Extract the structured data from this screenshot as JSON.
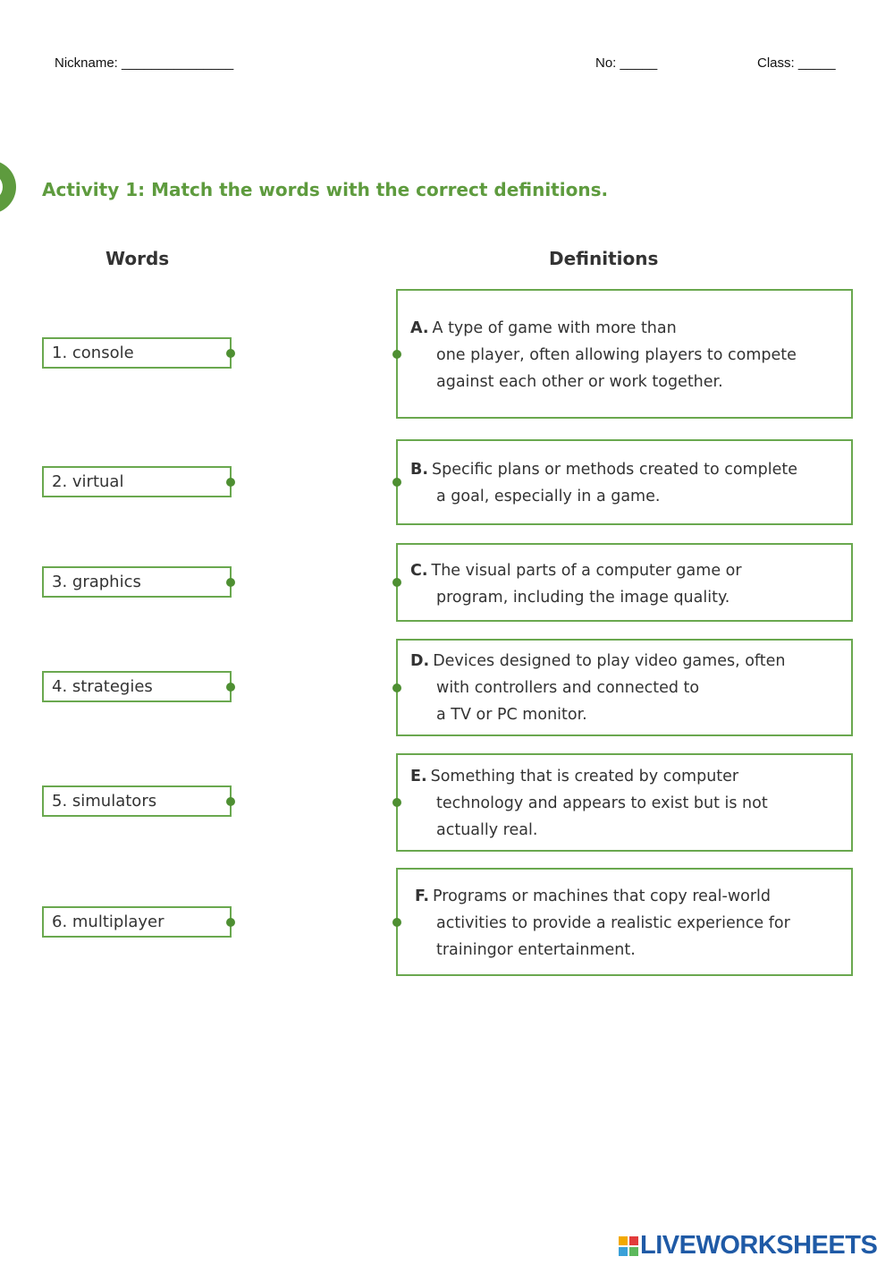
{
  "header": {
    "nickname": "Nickname: _______________",
    "no": "No: _____",
    "class": "Class: _____"
  },
  "activity": {
    "title": "Activity 1: Match the words with the correct definitions.",
    "words_heading": "Words",
    "definitions_heading": "Definitions"
  },
  "words": [
    "1. console",
    "2. virtual",
    "3. graphics",
    "4. strategies",
    "5. simulators",
    "6. multiplayer"
  ],
  "definitions": [
    {
      "letter": "A.",
      "lines": [
        "A type of game with more than",
        "one player, often allowing players to compete",
        "against each other or work together."
      ]
    },
    {
      "letter": "B.",
      "lines": [
        "Specific plans or methods created to complete",
        "a goal, especially in a game."
      ]
    },
    {
      "letter": "C.",
      "lines": [
        "The visual parts of a computer game or",
        "program, including the image quality."
      ]
    },
    {
      "letter": "D.",
      "lines": [
        "Devices designed to play video games, often",
        "with controllers and connected to",
        "a TV or PC monitor."
      ]
    },
    {
      "letter": "E.",
      "lines": [
        "Something that is created by computer",
        "technology and appears to exist but is not",
        "actually real."
      ]
    },
    {
      "letter": "F.",
      "lines": [
        "Programs or machines that copy real-world",
        "activities to provide a realistic experience for",
        "trainingor entertainment."
      ]
    }
  ],
  "brand": {
    "name": "LIVEWORKSHEETS",
    "icon": "liveworksheets-logo-icon"
  },
  "colors": {
    "accent_green": "#5e9b3e",
    "box_border": "#6aa84f",
    "dot": "#4e8f32",
    "brand_blue": "#1f5aa6"
  }
}
